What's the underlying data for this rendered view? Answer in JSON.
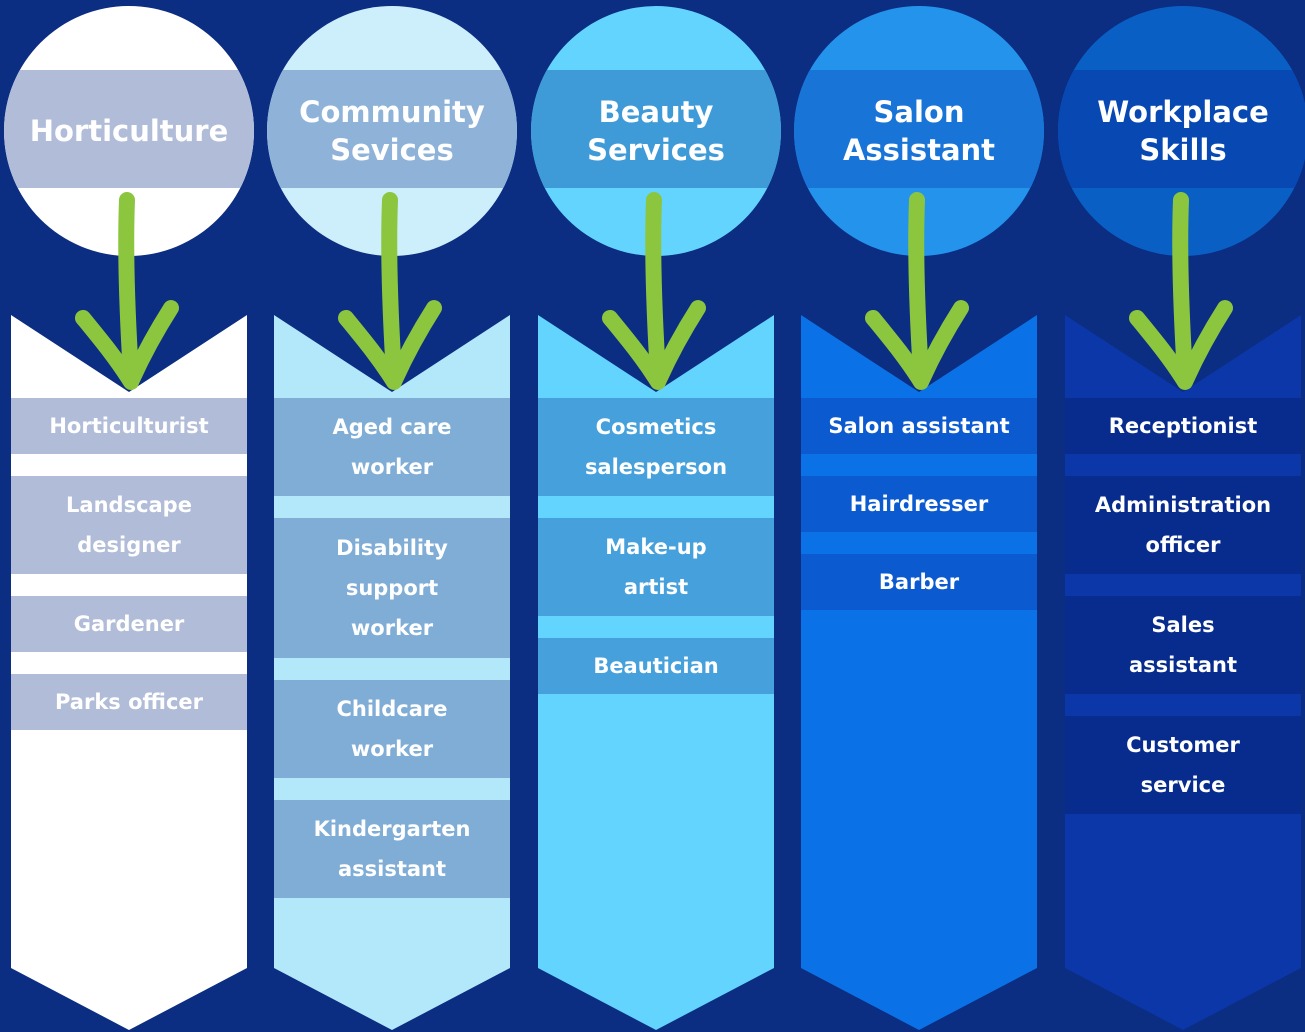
{
  "diagram": {
    "background": "#0b2d82",
    "arrow_color": "#8cc63f",
    "columns": [
      {
        "title": "Horticulture",
        "circle_color": "#ffffff",
        "band_color": "#b0bcd8",
        "column_color": "#ffffff",
        "item_color": "#b0bcd8",
        "items": [
          "Horticulturist",
          "Landscape\ndesigner",
          "Gardener",
          "Parks officer"
        ]
      },
      {
        "title": "Community\nSevices",
        "circle_color": "#cdeefb",
        "band_color": "#8fb3d8",
        "column_color": "#b3e8fa",
        "item_color": "#7fadd6",
        "items": [
          "Aged care\nworker",
          "Disability\nsupport\nworker",
          "Childcare\nworker",
          "Kindergarten\nassistant"
        ]
      },
      {
        "title": "Beauty\nServices",
        "circle_color": "#63d4fd",
        "band_color": "#3f9ad8",
        "column_color": "#63d4fd",
        "item_color": "#45a0dc",
        "items": [
          "Cosmetics\nsalesperson",
          "Make-up\nartist",
          "Beautician"
        ]
      },
      {
        "title": "Salon\nAssistant",
        "circle_color": "#2493ec",
        "band_color": "#1874d6",
        "column_color": "#0a72e6",
        "item_color": "#0c5ad0",
        "items": [
          "Salon assistant",
          "Hairdresser",
          "Barber"
        ]
      },
      {
        "title": "Workplace\nSkills",
        "circle_color": "#0a5fc4",
        "band_color": "#0848b2",
        "column_color": "#0b37a8",
        "item_color": "#072c8e",
        "items": [
          "Receptionist",
          "Administration\nofficer",
          "Sales\nassistant",
          "Customer\nservice"
        ]
      }
    ]
  }
}
